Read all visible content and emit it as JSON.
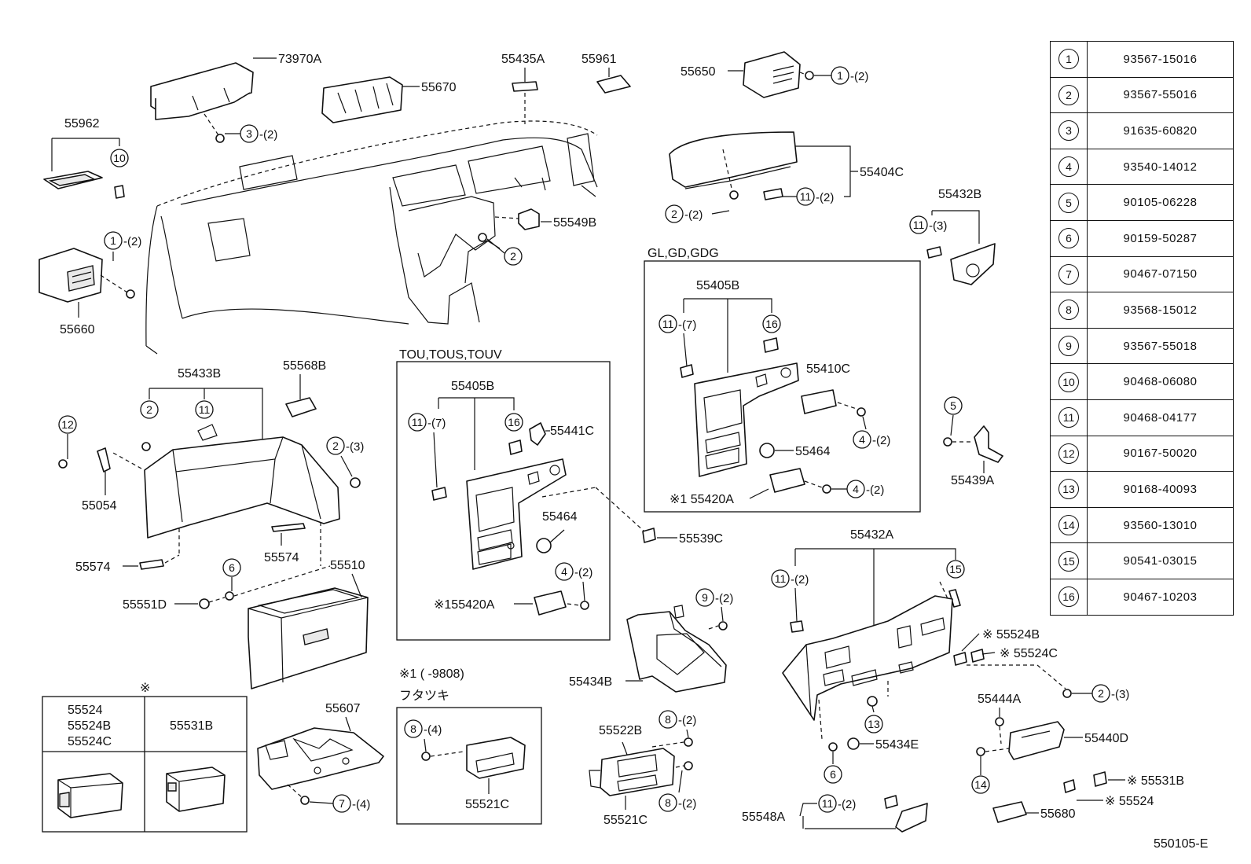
{
  "labels": {
    "p73970A": "73970A",
    "p55670": "55670",
    "p55435A": "55435A",
    "p55961": "55961",
    "p55650": "55650",
    "p55962": "55962",
    "p55549B": "55549B",
    "p55660": "55660",
    "p55404C": "55404C",
    "p55432B": "55432B",
    "p55433B": "55433B",
    "p55568B": "55568B",
    "p55054": "55054",
    "p55574a": "55574",
    "p55574b": "55574",
    "p55510": "55510",
    "p55551D": "55551D",
    "p55405B_tou": "55405B",
    "p55441C": "55441C",
    "p55464_tou": "55464",
    "p55420A_tou": "※155420A",
    "p55539C": "55539C",
    "p55405B_gl": "55405B",
    "p55410C": "55410C",
    "p55464_gl": "55464",
    "p55420A_gl": "※1 55420A",
    "p55439A": "55439A",
    "p55432A": "55432A",
    "p55524B": "※ 55524B",
    "p55524C": "※ 55524C",
    "p55434B": "55434B",
    "p55444A": "55444A",
    "p55440D": "55440D",
    "p55434E": "55434E",
    "p55607": "55607",
    "p55521C_box": "55521C",
    "p55522B": "55522B",
    "p55521C": "55521C",
    "p55548A": "55548A",
    "p55531B": "※ 55531B",
    "p55524": "※ 55524",
    "p55680": "55680",
    "diagram_code": "550105-E"
  },
  "qty": {
    "q_1_2a": "-(2)",
    "q_3_2": "-(2)",
    "q_1_2b": "-(2)",
    "q_2_2": "-(2)",
    "q_11_2a": "-(2)",
    "q_11_3": "-(3)",
    "q_2_3a": "-(3)",
    "q_11_7a": "-(7)",
    "q_11_7b": "-(7)",
    "q_4_2a": "-(2)",
    "q_4_2b": "-(2)",
    "q_4_2c": "-(2)",
    "q_9_2": "-(2)",
    "q_11_2b": "-(2)",
    "q_2_3b": "-(3)",
    "q_8_4": "-(4)",
    "q_8_2a": "-(2)",
    "q_8_2b": "-(2)",
    "q_7_4": "-(4)",
    "q_11_2c": "-(2)"
  },
  "groups": {
    "tou": "TOU,TOUS,TOUV",
    "gl": "GL,GD,GDG"
  },
  "notes": {
    "note1": "※1 (        -9808)",
    "futatsuki": "フタツキ"
  },
  "legend_box": {
    "mark": "※",
    "col1": [
      "55524",
      "55524B",
      "55524C"
    ],
    "col2": "55531B"
  },
  "table": [
    {
      "n": "1",
      "part": "93567-15016"
    },
    {
      "n": "2",
      "part": "93567-55016"
    },
    {
      "n": "3",
      "part": "91635-60820"
    },
    {
      "n": "4",
      "part": "93540-14012"
    },
    {
      "n": "5",
      "part": "90105-06228"
    },
    {
      "n": "6",
      "part": "90159-50287"
    },
    {
      "n": "7",
      "part": "90467-07150"
    },
    {
      "n": "8",
      "part": "93568-15012"
    },
    {
      "n": "9",
      "part": "93567-55018"
    },
    {
      "n": "10",
      "part": "90468-06080"
    },
    {
      "n": "11",
      "part": "90468-04177"
    },
    {
      "n": "12",
      "part": "90167-50020"
    },
    {
      "n": "13",
      "part": "90168-40093"
    },
    {
      "n": "14",
      "part": "93560-13010"
    },
    {
      "n": "15",
      "part": "90541-03015"
    },
    {
      "n": "16",
      "part": "90467-10203"
    }
  ],
  "callout_numbers": [
    "1",
    "2",
    "3",
    "4",
    "5",
    "6",
    "7",
    "8",
    "9",
    "10",
    "11",
    "12",
    "13",
    "14",
    "15",
    "16"
  ]
}
